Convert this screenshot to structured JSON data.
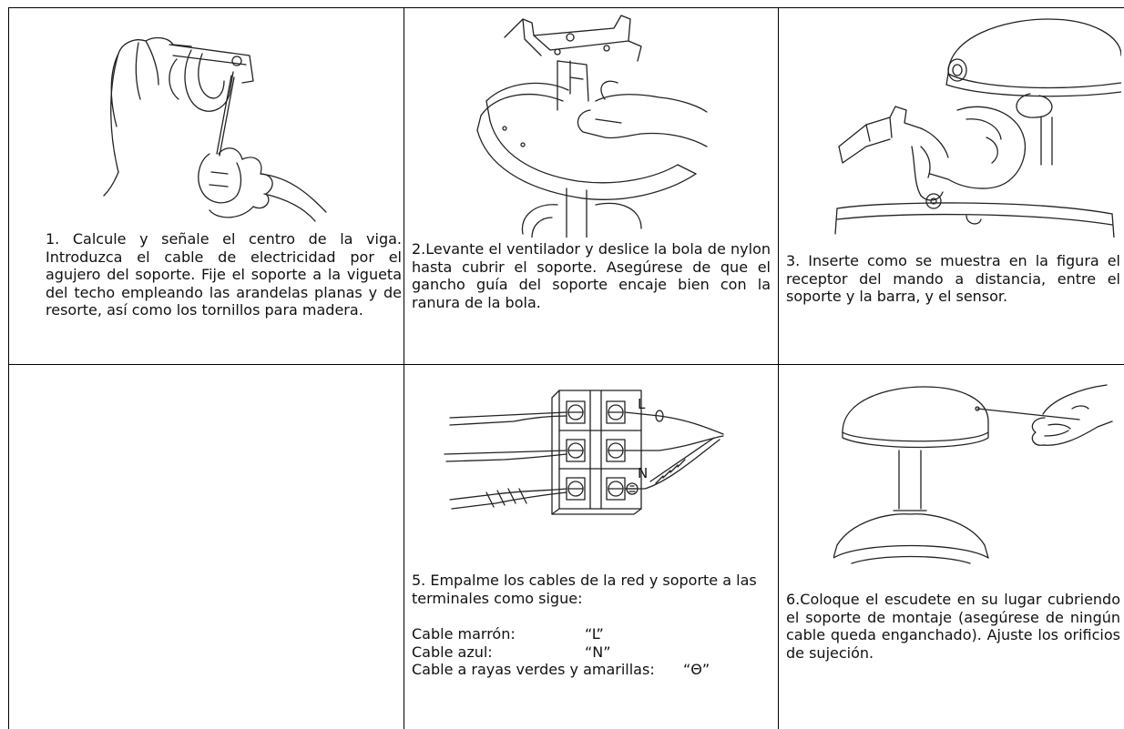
{
  "steps": [
    {
      "number": "1",
      "text": "1. Calcule y señale el centro de la viga. Introduzca el cable de electricidad por el agujero del soporte. Fije el soporte a la vigueta del techo empleando las arandelas planas y de resorte, así como los tornillos para madera.",
      "illustration": "hands-fixing-bracket-illustration"
    },
    {
      "number": "2",
      "text": "2.Levante el ventilador y deslice la bola de nylon hasta cubrir el soporte. Asegúrese de que el gancho guía del soporte encaje bien con la ranura de la bola.",
      "illustration": "hand-sliding-ball-illustration"
    },
    {
      "number": "3",
      "text": "3. Inserte como se muestra en la figura el receptor del mando a distancia, entre el soporte y la barra, y el sensor.",
      "illustration": "hand-inserting-receiver-illustration"
    },
    {
      "number": "5",
      "text": "5. Empalme los cables de la red y soporte a las terminales como sigue:",
      "illustration": "terminal-block-wiring-illustration",
      "terminal_labels": [
        "L",
        "N"
      ],
      "wiring": [
        {
          "label": "Cable marrón:",
          "value": "“L”"
        },
        {
          "label": "Cable azul:",
          "value": "“N”"
        },
        {
          "label": "Cable a rayas verdes y amarillas:",
          "value": "“Θ”"
        }
      ]
    },
    {
      "number": "6",
      "text": "6.Coloque el escudete en su lugar cubriendo el soporte de montaje (asegúrese de ningún cable queda enganchado). Ajuste los orificios de sujeción.",
      "illustration": "hand-placing-canopy-illustration"
    }
  ]
}
